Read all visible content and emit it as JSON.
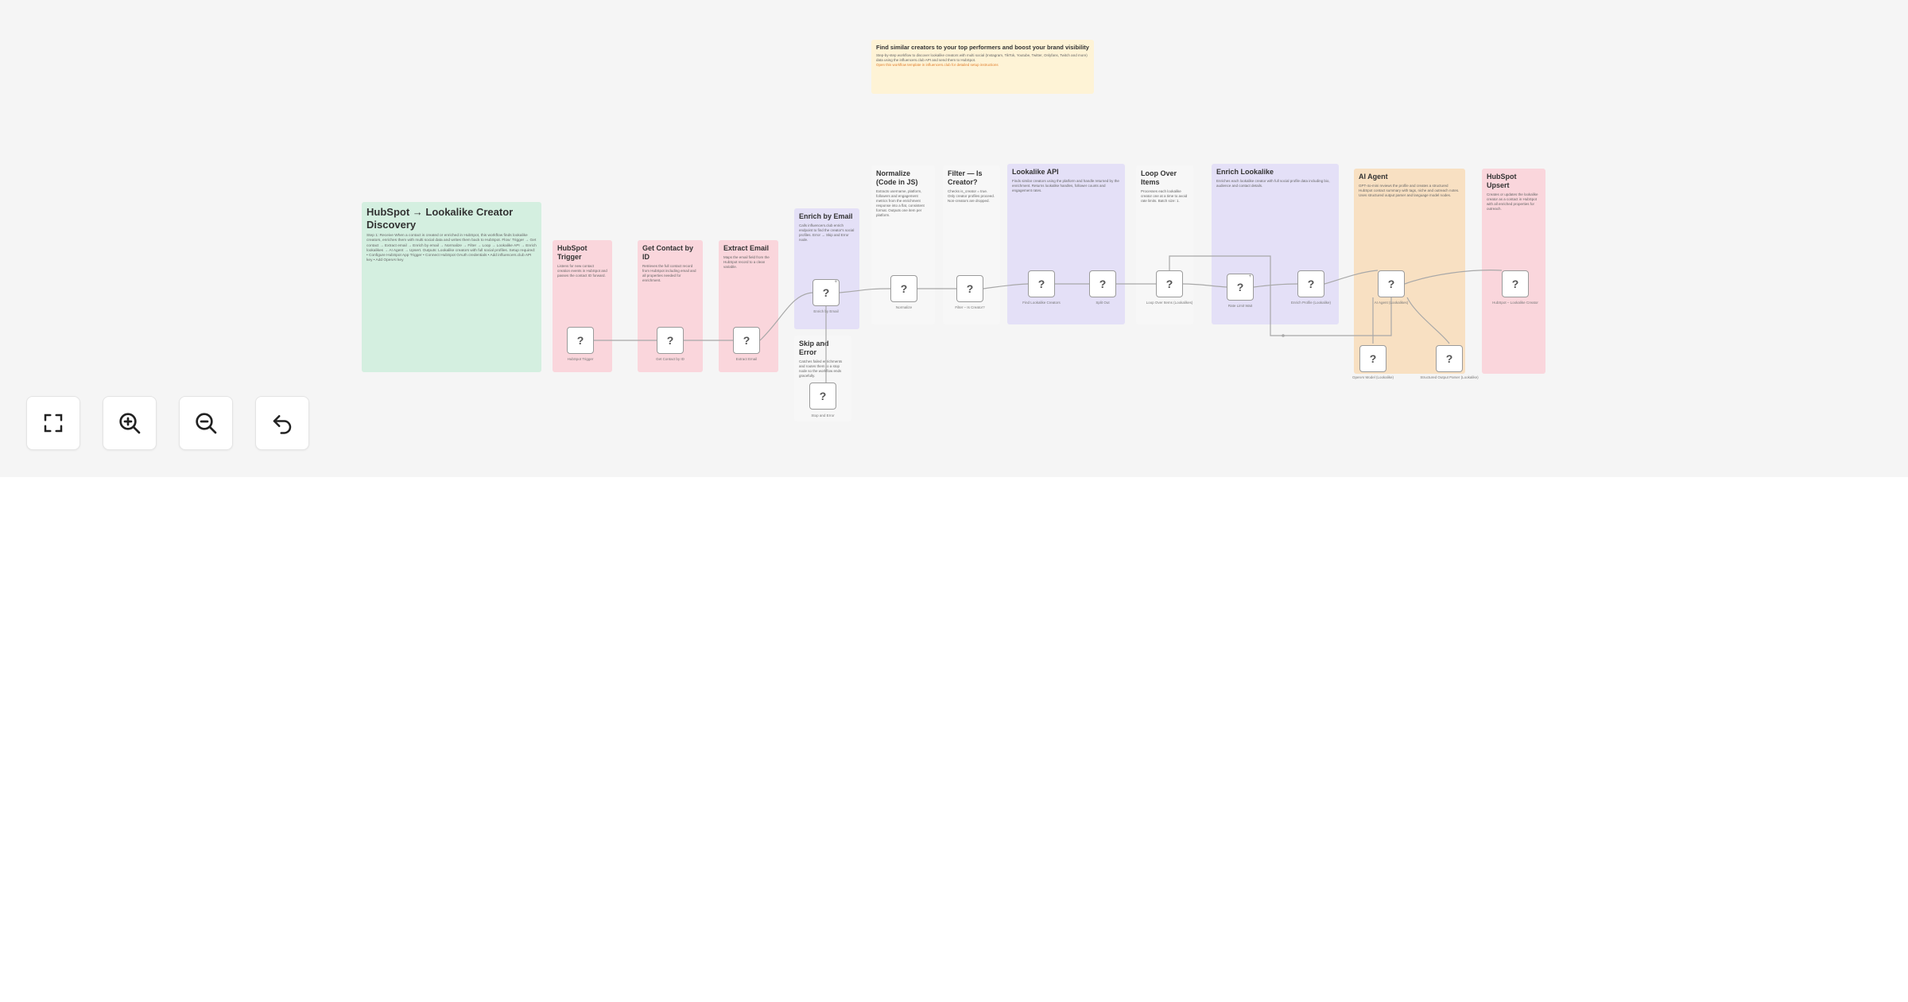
{
  "canvas": {
    "top_note": {
      "title": "Find similar creators to your top performers and boost your brand visibility",
      "body": "Step-by-step workflow to discover lookalike creators with multi social (Instagram, TikTok, Youtube, Twitter, Onlyfans, Twitch and more) data using the influencers.club API and send them to HubSpot.",
      "link": "Open this workflow template in influencers.club for detailed setup instructions"
    },
    "stickies": [
      {
        "id": "main",
        "title": "HubSpot → Lookalike Creator Discovery",
        "body": "Step 1: Receive When a contact is created or enriched in HubSpot, this workflow finds lookalike creators, enriches them with multi social data and writes them back to HubSpot. Flow: Trigger → Get contact → Extract email → Enrich by email → Normalize → Filter → Loop → Lookalike API → Enrich lookalikes → AI Agent → Upsert. Outputs: Lookalike creators with full social profiles. Setup required: • Configure HubSpot App Trigger • Connect HubSpot OAuth credentials • Add influencers.club API key • Add OpenAI key"
      },
      {
        "id": "hubspot-trigger",
        "title": "HubSpot Trigger",
        "body": "Listens for new contact creation events in HubSpot and passes the contact ID forward."
      },
      {
        "id": "get-contact",
        "title": "Get Contact by ID",
        "body": "Retrieves the full contact record from HubSpot including email and all properties needed for enrichment."
      },
      {
        "id": "extract-email",
        "title": "Extract Email",
        "body": "Maps the email field from the HubSpot record to a clean variable."
      },
      {
        "id": "enrich-email",
        "title": "Enrich by Email",
        "body": "Calls influencers.club enrich endpoint to find the creator's social profiles. Error → Skip and Error node."
      },
      {
        "id": "skip-error",
        "title": "Skip and Error",
        "body": "Catches failed enrichments and routes them to a stop node so the workflow ends gracefully."
      },
      {
        "id": "normalize",
        "title": "Normalize (Code in JS)",
        "body": "Extracts username, platform, followers and engagement metrics from the enrichment response into a flat, consistent format. Outputs one item per platform."
      },
      {
        "id": "filter",
        "title": "Filter — Is Creator?",
        "body": "Checks is_creator = true. Only creator profiles proceed. Non-creators are dropped."
      },
      {
        "id": "lookalike",
        "title": "Lookalike API",
        "body": "Finds similar creators using the platform and handle returned by the enrichment. Returns lookalike handles, follower counts and engagement rates."
      },
      {
        "id": "loop",
        "title": "Loop Over Items",
        "body": "Processes each lookalike creator one at a time to avoid rate limits. Batch size: 1."
      },
      {
        "id": "enrich-lookalike",
        "title": "Enrich Lookalike",
        "body": "Enriches each lookalike creator with full social profile data including bio, audience and contact details."
      },
      {
        "id": "ai-agent",
        "title": "AI Agent",
        "body": "GPT-4o-mini reviews the profile and creates a structured HubSpot contact summary with tags, niche and outreach notes. Uses structured output parser and language model nodes."
      },
      {
        "id": "hubspot-upsert",
        "title": "HubSpot Upsert",
        "body": "Creates or updates the lookalike creator as a contact in HubSpot with all enriched properties for outreach."
      }
    ],
    "nodes": [
      {
        "id": "n-trigger",
        "label": "HubSpot Trigger"
      },
      {
        "id": "n-get",
        "label": "Get Contact by ID"
      },
      {
        "id": "n-extract",
        "label": "Extract Email"
      },
      {
        "id": "n-enrich",
        "label": "Enrich by Email"
      },
      {
        "id": "n-stop",
        "label": "Stop and Error"
      },
      {
        "id": "n-normalize",
        "label": "Normalize"
      },
      {
        "id": "n-filter",
        "label": "Filter – Is Creator?"
      },
      {
        "id": "n-lookalike",
        "label": "Find Lookalike Creators"
      },
      {
        "id": "n-split",
        "label": "Split Out"
      },
      {
        "id": "n-loop",
        "label": "Loop Over Items (Lookalikes)"
      },
      {
        "id": "n-wait",
        "label": "Rate Limit Wait"
      },
      {
        "id": "n-enrich-look",
        "label": "Enrich Profile (Lookalike)"
      },
      {
        "id": "n-agent",
        "label": "AI Agent (Lookalikes)"
      },
      {
        "id": "n-model",
        "label": "OpenAI Model (Lookalike)"
      },
      {
        "id": "n-parser",
        "label": "Structured Output Parser (Lookalike)"
      },
      {
        "id": "n-upsert",
        "label": "HubSpot – Lookalike Creator"
      }
    ],
    "node_glyph": "?"
  },
  "controls": [
    {
      "id": "fit-view",
      "icon": "fullscreen-icon"
    },
    {
      "id": "zoom-in",
      "icon": "zoom-in-icon"
    },
    {
      "id": "zoom-out",
      "icon": "zoom-out-icon"
    },
    {
      "id": "undo",
      "icon": "undo-icon"
    }
  ],
  "colors": {
    "green_sticky": "#d4efe0",
    "red_sticky": "#fad6dc",
    "purple_sticky": "#e4e0f7",
    "orange_sticky": "#f8e0c2",
    "cream_sticky": "#fef3d6",
    "canvas_bg": "#f5f5f5"
  }
}
